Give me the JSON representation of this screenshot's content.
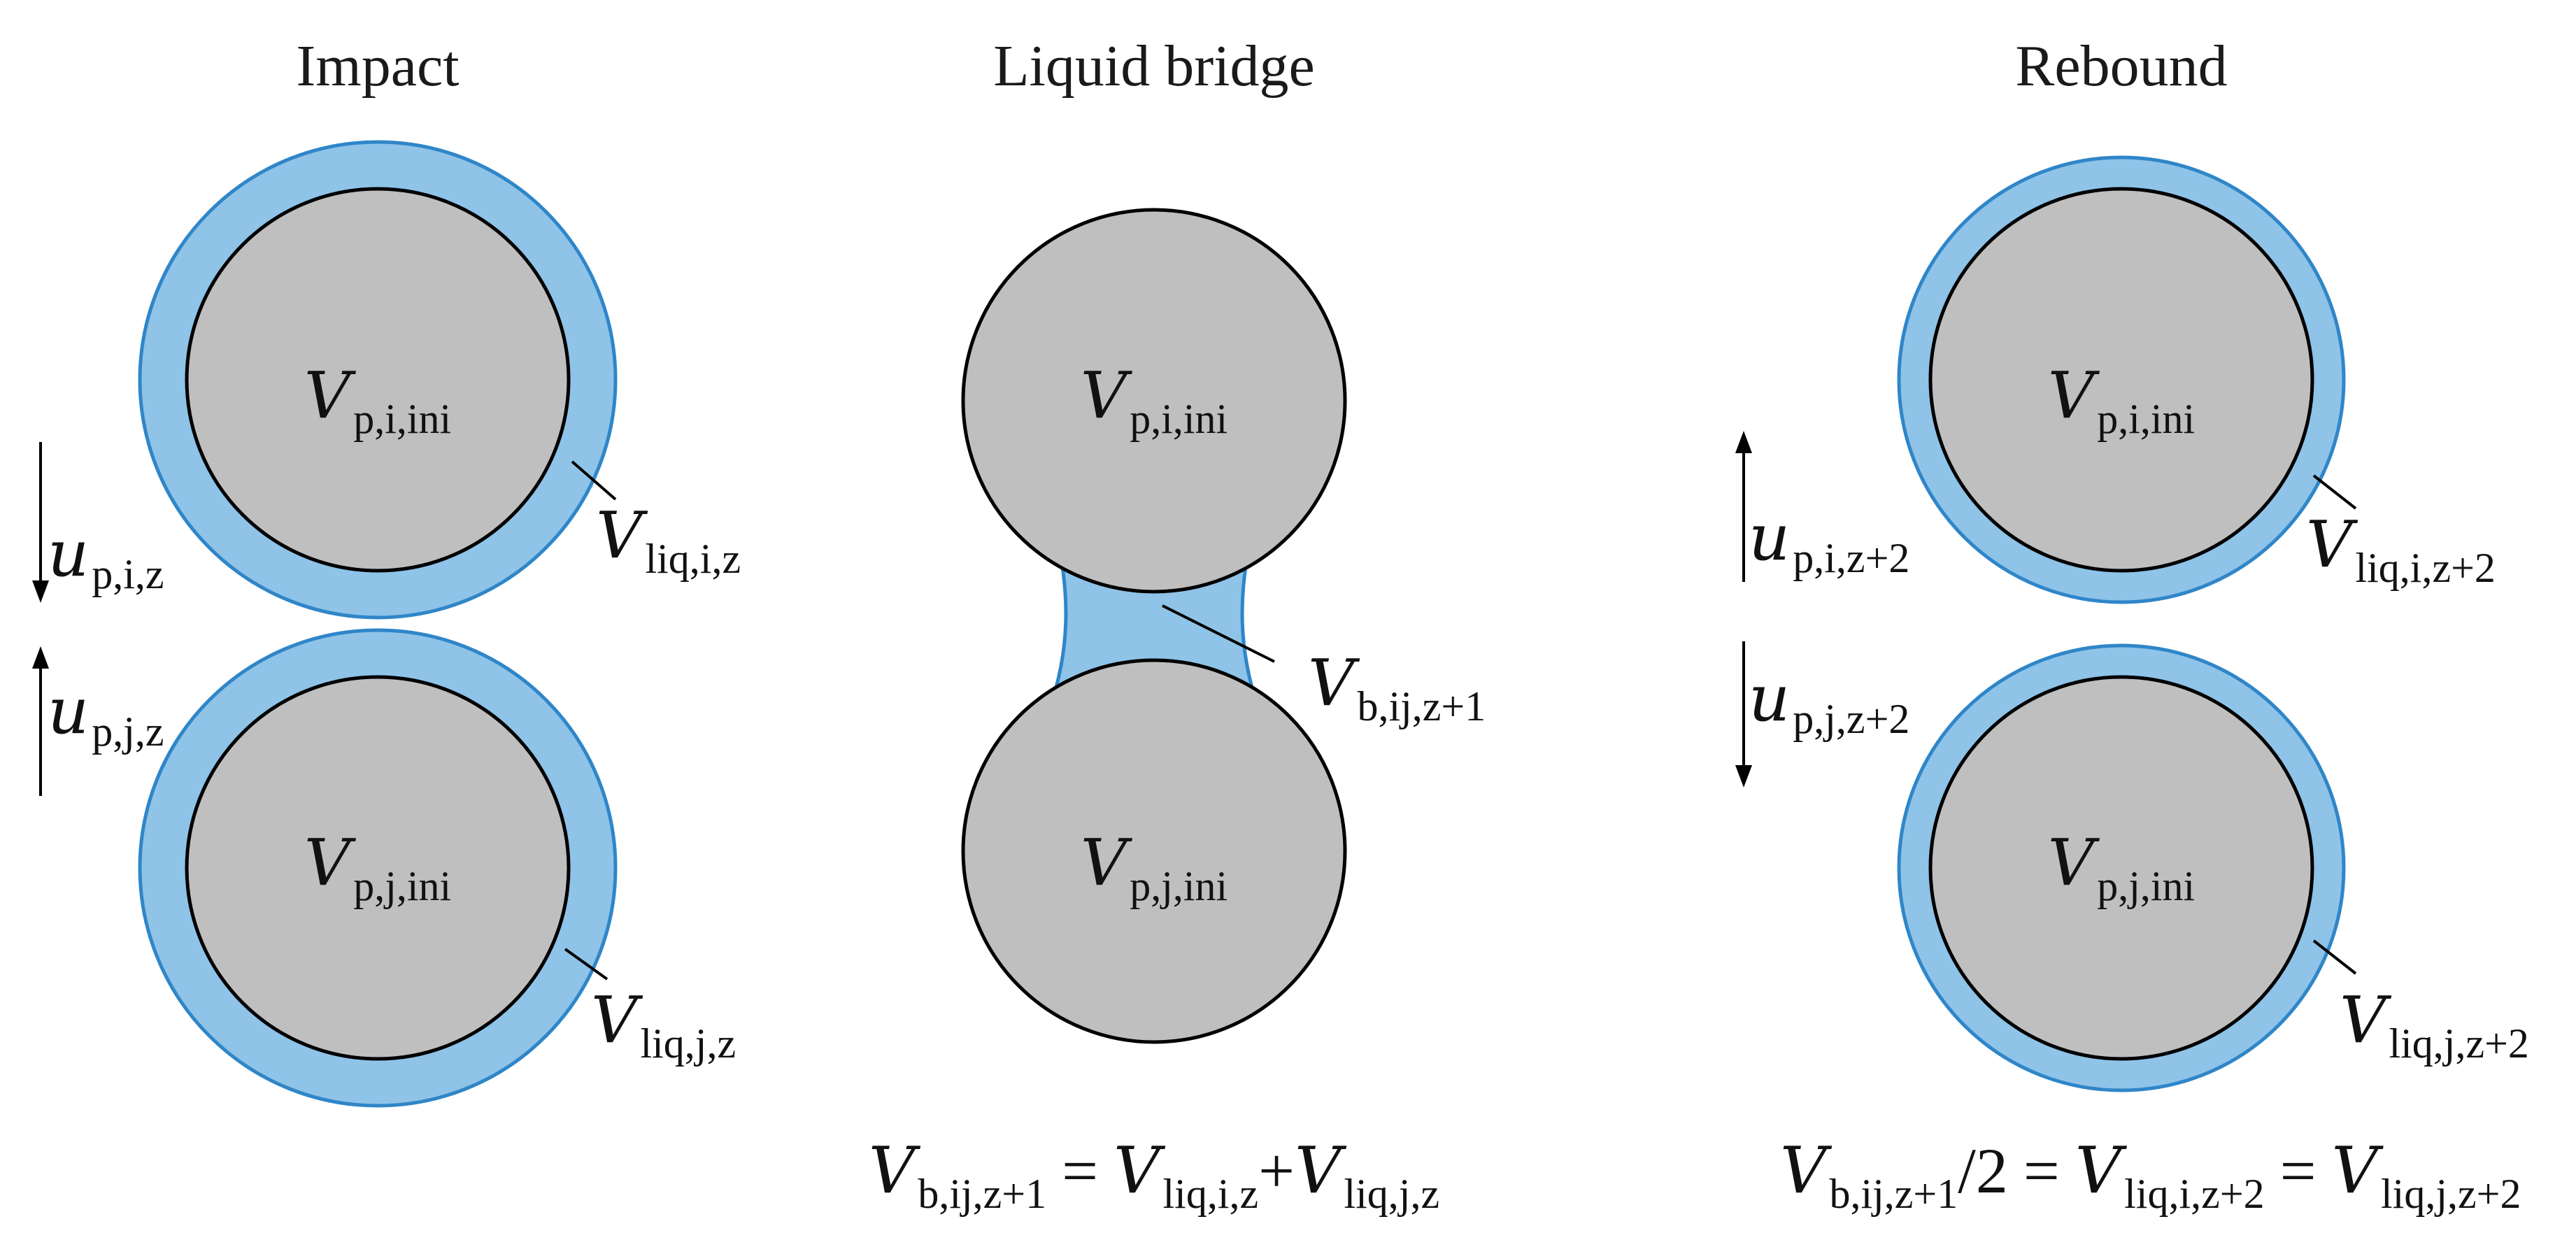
{
  "panels": {
    "impact": {
      "title": "Impact",
      "particle_top": {
        "symbol": "V",
        "sub": "p,i,ini"
      },
      "particle_bottom": {
        "symbol": "V",
        "sub": "p,j,ini"
      },
      "liquid_top": {
        "symbol": "V",
        "sub": "liq,i,z"
      },
      "liquid_bottom": {
        "symbol": "V",
        "sub": "liq,j,z"
      },
      "velocity_top": {
        "symbol": "u",
        "sub": "p,i,z"
      },
      "velocity_bottom": {
        "symbol": "u",
        "sub": "p,j,z"
      }
    },
    "bridge": {
      "title": "Liquid bridge",
      "particle_top": {
        "symbol": "V",
        "sub": "p,i,ini"
      },
      "particle_bottom": {
        "symbol": "V",
        "sub": "p,j,ini"
      },
      "bridge_volume": {
        "symbol": "V",
        "sub": "b,ij,z+1"
      },
      "equation": {
        "lhs": {
          "symbol": "V",
          "sub": "b,ij,z+1"
        },
        "eq": "=",
        "t1": {
          "symbol": "V",
          "sub": "liq,i,z"
        },
        "plus": "+",
        "t2": {
          "symbol": "V",
          "sub": "liq,j,z"
        }
      }
    },
    "rebound": {
      "title": "Rebound",
      "particle_top": {
        "symbol": "V",
        "sub": "p,i,ini"
      },
      "particle_bottom": {
        "symbol": "V",
        "sub": "p,j,ini"
      },
      "liquid_top": {
        "symbol": "V",
        "sub": "liq,i,z+2"
      },
      "liquid_bottom": {
        "symbol": "V",
        "sub": "liq,j,z+2"
      },
      "velocity_top": {
        "symbol": "u",
        "sub": "p,i,z+2"
      },
      "velocity_bottom": {
        "symbol": "u",
        "sub": "p,j,z+2"
      },
      "equation": {
        "lhs": {
          "symbol": "V",
          "sub": "b,ij,z+1"
        },
        "div": "/2",
        "eq1": "=",
        "t1": {
          "symbol": "V",
          "sub": "liq,i,z+2"
        },
        "eq2": "=",
        "t2": {
          "symbol": "V",
          "sub": "liq,j,z+2"
        }
      }
    }
  },
  "colors": {
    "particle_fill": "#bfbfbf",
    "liquid_fill": "#8fc3e8",
    "liquid_stroke": "#2f86c8",
    "outline": "#000000"
  }
}
